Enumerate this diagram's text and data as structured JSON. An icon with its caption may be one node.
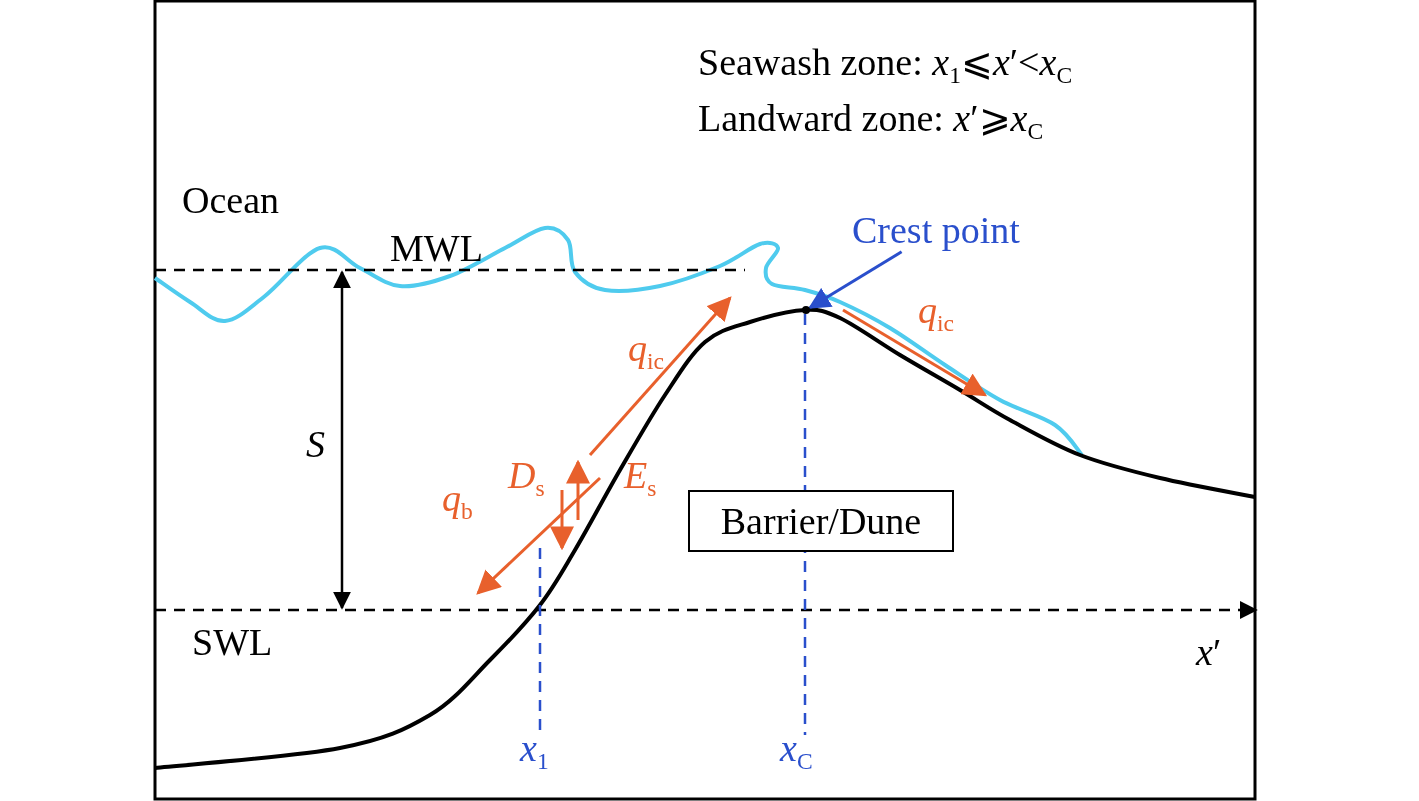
{
  "diagram": {
    "nodes": [
      {
        "text": [
          "Crest point"
        ]
      },
      {
        "text": [],
        "shape": "point"
      },
      {
        "text": [
          "Barrier/Dune"
        ]
      }
    ],
    "edges": [
      {
        "from": 0,
        "to": 1,
        "arrow": "to"
      }
    ],
    "labels": [
      "Seawash zone: *x*$_{1}$⩽*x*′<*x*$_{C}$",
      "Landward zone: *x*′⩾*x*$_{C}$",
      "Ocean",
      "MWL",
      "*q*$_{ic}$",
      "*q*$_{ic}$",
      "S",
      "*D*$_{s}$",
      "*E*$_{s}$",
      "*q*$_{b}$",
      "SWL",
      "*x*′",
      "*x*$_{1}$",
      "*x*$_{C}$"
    ]
  }
}
